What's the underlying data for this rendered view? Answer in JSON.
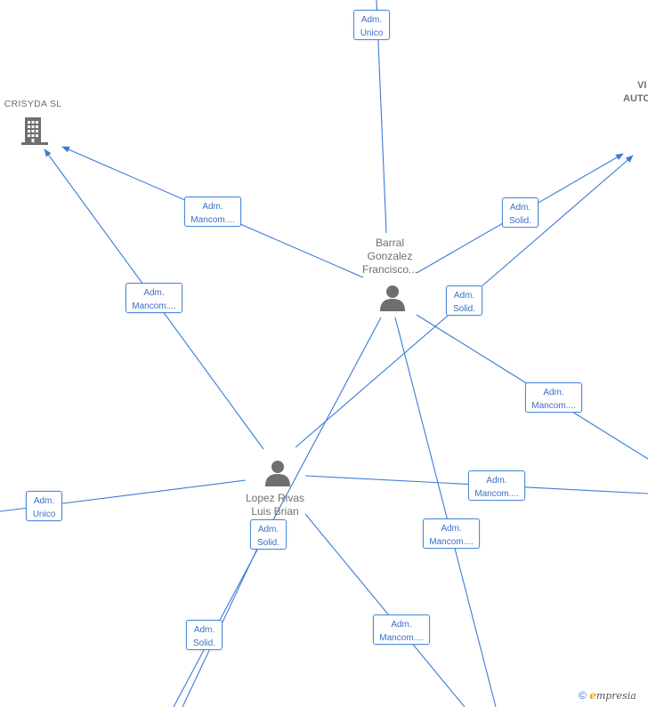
{
  "nodes": {
    "crisyda": {
      "label": "CRISYDA  SL",
      "icon": "building-icon"
    },
    "company_right": {
      "label_line1": "VI",
      "label_line2": "AUTO"
    },
    "barral": {
      "label_line1": "Barral",
      "label_line2": "Gonzalez",
      "label_line3": "Francisco...",
      "icon": "person-icon"
    },
    "lopez": {
      "label_line1": "Lopez Rivas",
      "label_line2": "Luis Brian",
      "icon": "person-icon"
    }
  },
  "roles": [
    {
      "line1": "Adm.",
      "line2": "Unico"
    },
    {
      "line1": "Adm.",
      "line2": "Mancom...."
    },
    {
      "line1": "Adm.",
      "line2": "Solid."
    },
    {
      "line1": "Adm.",
      "line2": "Mancom...."
    },
    {
      "line1": "Adm.",
      "line2": "Solid."
    },
    {
      "line1": "Adm.",
      "line2": "Mancom...."
    },
    {
      "line1": "Adm.",
      "line2": "Unico"
    },
    {
      "line1": "Adm.",
      "line2": "Mancom...."
    },
    {
      "line1": "Adm.",
      "line2": "Solid."
    },
    {
      "line1": "Adm.",
      "line2": "Mancom...."
    },
    {
      "line1": "Adm.",
      "line2": "Solid."
    },
    {
      "line1": "Adm.",
      "line2": "Mancom...."
    }
  ],
  "colors": {
    "edge": "#3a7bd5",
    "box_border": "#4f8ad6",
    "icon": "#6f6f6f"
  },
  "brand": {
    "copyright": "©",
    "initial": "e",
    "name": "mpresia"
  }
}
